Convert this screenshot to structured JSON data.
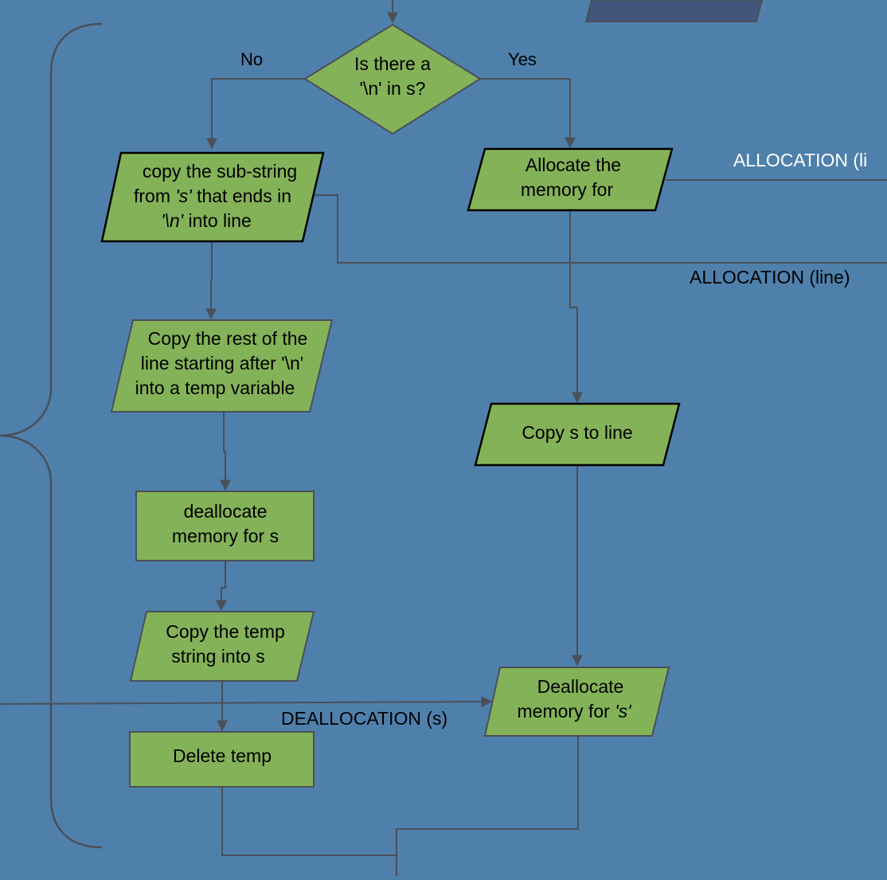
{
  "colors": {
    "background": "#4f80ab",
    "node_fill": "#84b259",
    "connector": "#4a4f58",
    "offpage_shape": "#41567a",
    "label_dark": "#000000",
    "label_light": "#ffffff"
  },
  "decision": {
    "line1": "Is there a",
    "line2": "'\\n' in s?",
    "no_label": "No",
    "yes_label": "Yes"
  },
  "left_branch": {
    "copy_substring": {
      "line1": "copy the sub-string",
      "line2_pre": "from ",
      "line2_em": "'s'",
      "line2_post": " that ends in",
      "line3_em": "'\\n'",
      "line3_post": " into line"
    },
    "copy_rest": {
      "line1": "Copy the rest of the",
      "line2": "line starting after '\\n'",
      "line3": "into a temp variable"
    },
    "dealloc_s": {
      "line1": "deallocate",
      "line2": "memory for s"
    },
    "copy_temp": {
      "line1": "Copy the temp",
      "line2": "string into s"
    },
    "delete_temp": {
      "line1": "Delete temp"
    }
  },
  "right_branch": {
    "allocate": {
      "line1": "Allocate the",
      "line2": "memory for"
    },
    "copy_s": {
      "line1": "Copy s to line"
    },
    "dealloc": {
      "line1": "Deallocate",
      "line2_pre": "memory for ",
      "line2_em": "'s'"
    }
  },
  "edge_labels": {
    "alloc_top": "ALLOCATION (li",
    "alloc_bottom": "ALLOCATION (line)",
    "dealloc": "DEALLOCATION (s)"
  }
}
